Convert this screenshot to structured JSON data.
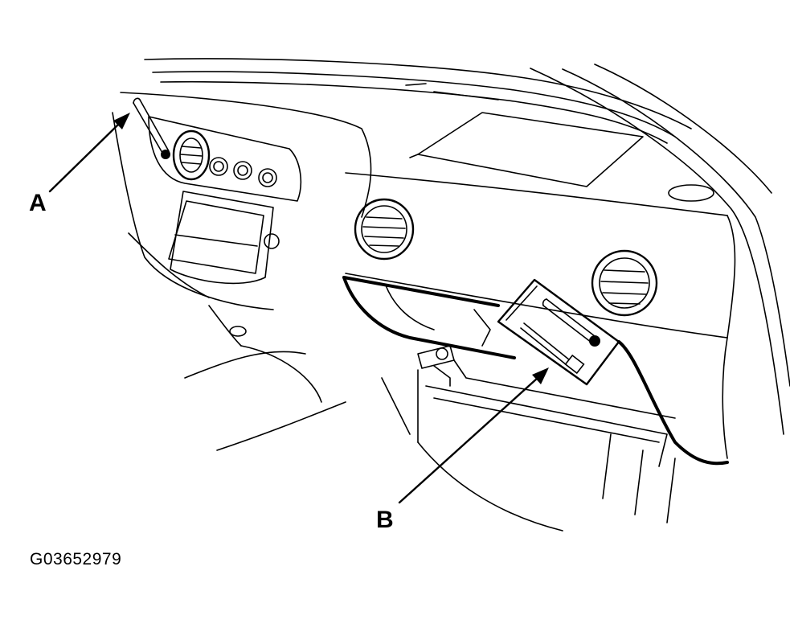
{
  "labels": {
    "a": "A",
    "b": "B"
  },
  "figure_id": "G03652979"
}
